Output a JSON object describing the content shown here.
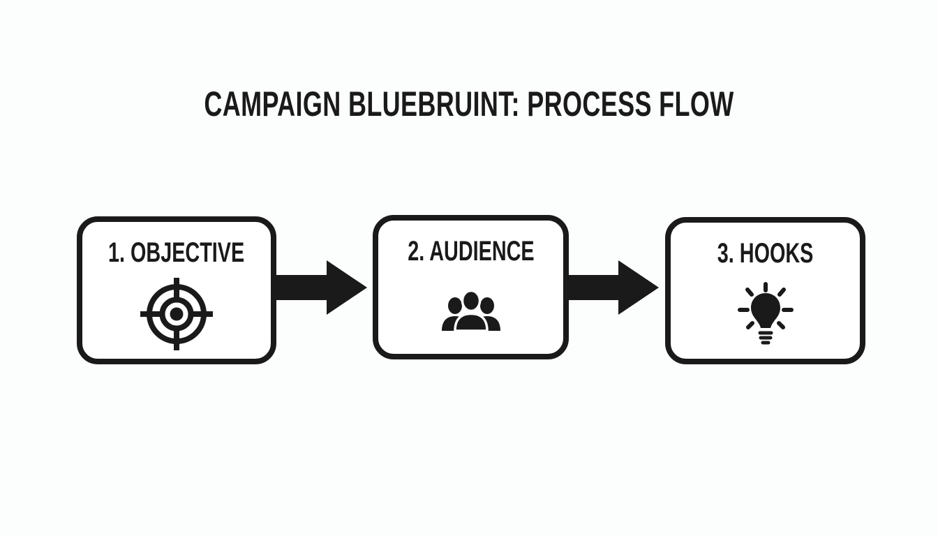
{
  "title": "CAMPAIGN BLUEBRUINT: PROCESS FLOW",
  "colors": {
    "ink": "#1a1a1a",
    "background": "#fcfdfd",
    "box_fill": "#ffffff"
  },
  "flow": {
    "steps": [
      {
        "label": "1. OBJECTIVE",
        "icon": "target-icon"
      },
      {
        "label": "2. AUDIENCE",
        "icon": "people-group-icon"
      },
      {
        "label": "3. HOOKS",
        "icon": "lightbulb-icon"
      }
    ],
    "connectors": [
      {
        "icon": "arrow-right-icon"
      },
      {
        "icon": "arrow-right-icon"
      }
    ]
  }
}
